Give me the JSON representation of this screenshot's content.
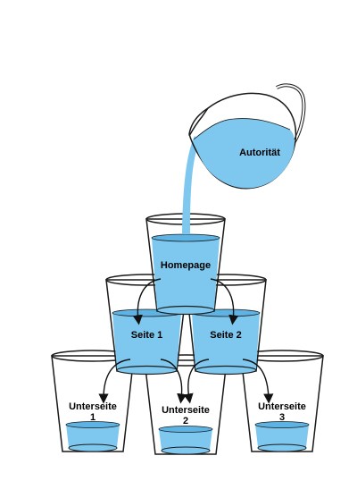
{
  "pitcher": {
    "label": "Autorität"
  },
  "glasses": {
    "homepage": {
      "label": "Homepage"
    },
    "seite1": {
      "label": "Seite 1"
    },
    "seite2": {
      "label": "Seite 2"
    },
    "unterseite1": {
      "label_line1": "Unterseite",
      "label_line2": "1"
    },
    "unterseite2": {
      "label_line1": "Unterseite",
      "label_line2": "2"
    },
    "unterseite3": {
      "label_line1": "Unterseite",
      "label_line2": "3"
    }
  },
  "colors": {
    "water": "#7ec8ef",
    "water_surface": "#5db3e4",
    "stroke": "#1a1a1a",
    "background": "#ffffff"
  }
}
